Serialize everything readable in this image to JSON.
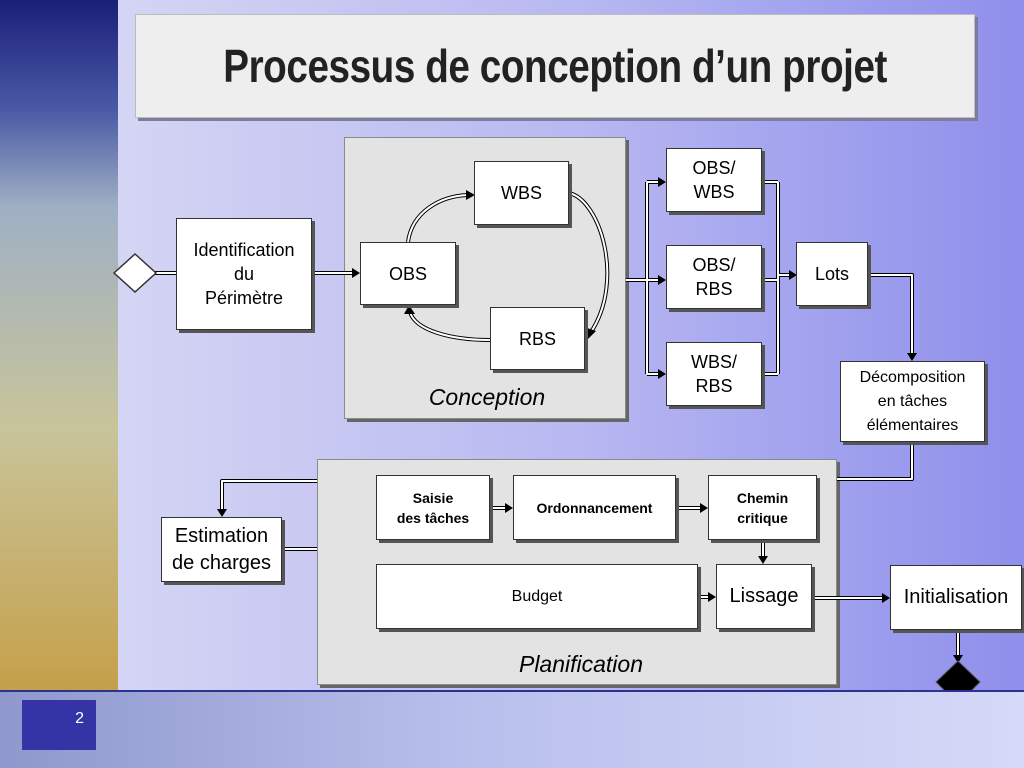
{
  "title": "Processus de conception d’un projet",
  "page_number": "2",
  "conception": {
    "label": "Conception",
    "wbs": "WBS",
    "obs": "OBS",
    "rbs": "RBS"
  },
  "identification": {
    "line1": "Identification",
    "line2": "du",
    "line3": "Périmètre"
  },
  "matrices": {
    "obs_wbs": {
      "line1": "OBS/",
      "line2": "WBS"
    },
    "obs_rbs": {
      "line1": "OBS/",
      "line2": "RBS"
    },
    "wbs_rbs": {
      "line1": "WBS/",
      "line2": "RBS"
    }
  },
  "lots": "Lots",
  "decomposition": {
    "line1": "Décomposition",
    "line2": "en tâches",
    "line3": "élémentaires"
  },
  "estimation": {
    "line1": "Estimation",
    "line2": "de charges"
  },
  "planification": {
    "label": "Planification",
    "saisie": {
      "line1": "Saisie",
      "line2": "des tâches"
    },
    "ordonnancement": "Ordonnancement",
    "chemin": {
      "line1": "Chemin",
      "line2": "critique"
    },
    "budget": "Budget",
    "lissage": "Lissage"
  },
  "initialisation": "Initialisation"
}
